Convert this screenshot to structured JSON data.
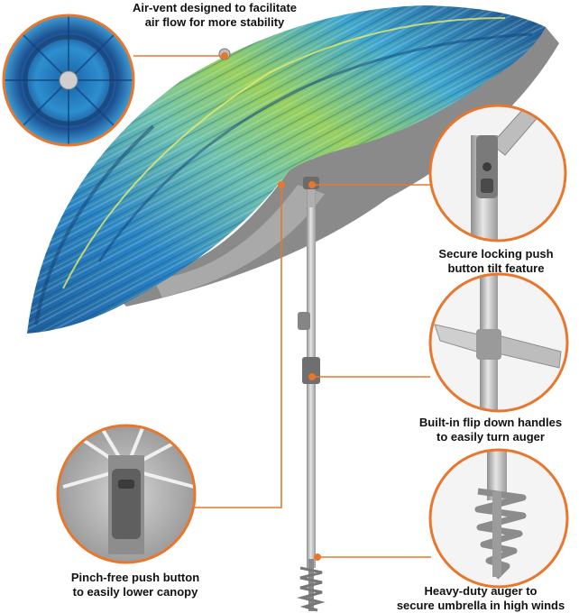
{
  "callouts": {
    "air_vent": {
      "icon": "air-vent-closeup",
      "line1": "Air-vent designed to facilitate",
      "line2": "air flow for more stability"
    },
    "tilt": {
      "icon": "tilt-hinge-closeup",
      "line1": "Secure locking push",
      "line2": "button tilt feature"
    },
    "handles": {
      "icon": "flip-handles-closeup",
      "line1": "Built-in flip down handles",
      "line2": "to easily turn auger"
    },
    "pinch": {
      "icon": "pinch-button-closeup",
      "line1": "Pinch-free push button",
      "line2": "to easily lower canopy"
    },
    "auger": {
      "icon": "auger-closeup",
      "line1": "Heavy-duty auger to",
      "line2": "secure umbrella in high winds"
    }
  },
  "colors": {
    "accent": "#e8772e",
    "canopy_blue": "#2b7fc0",
    "canopy_green": "#8fc95a",
    "pole": "#c8c8c8"
  }
}
